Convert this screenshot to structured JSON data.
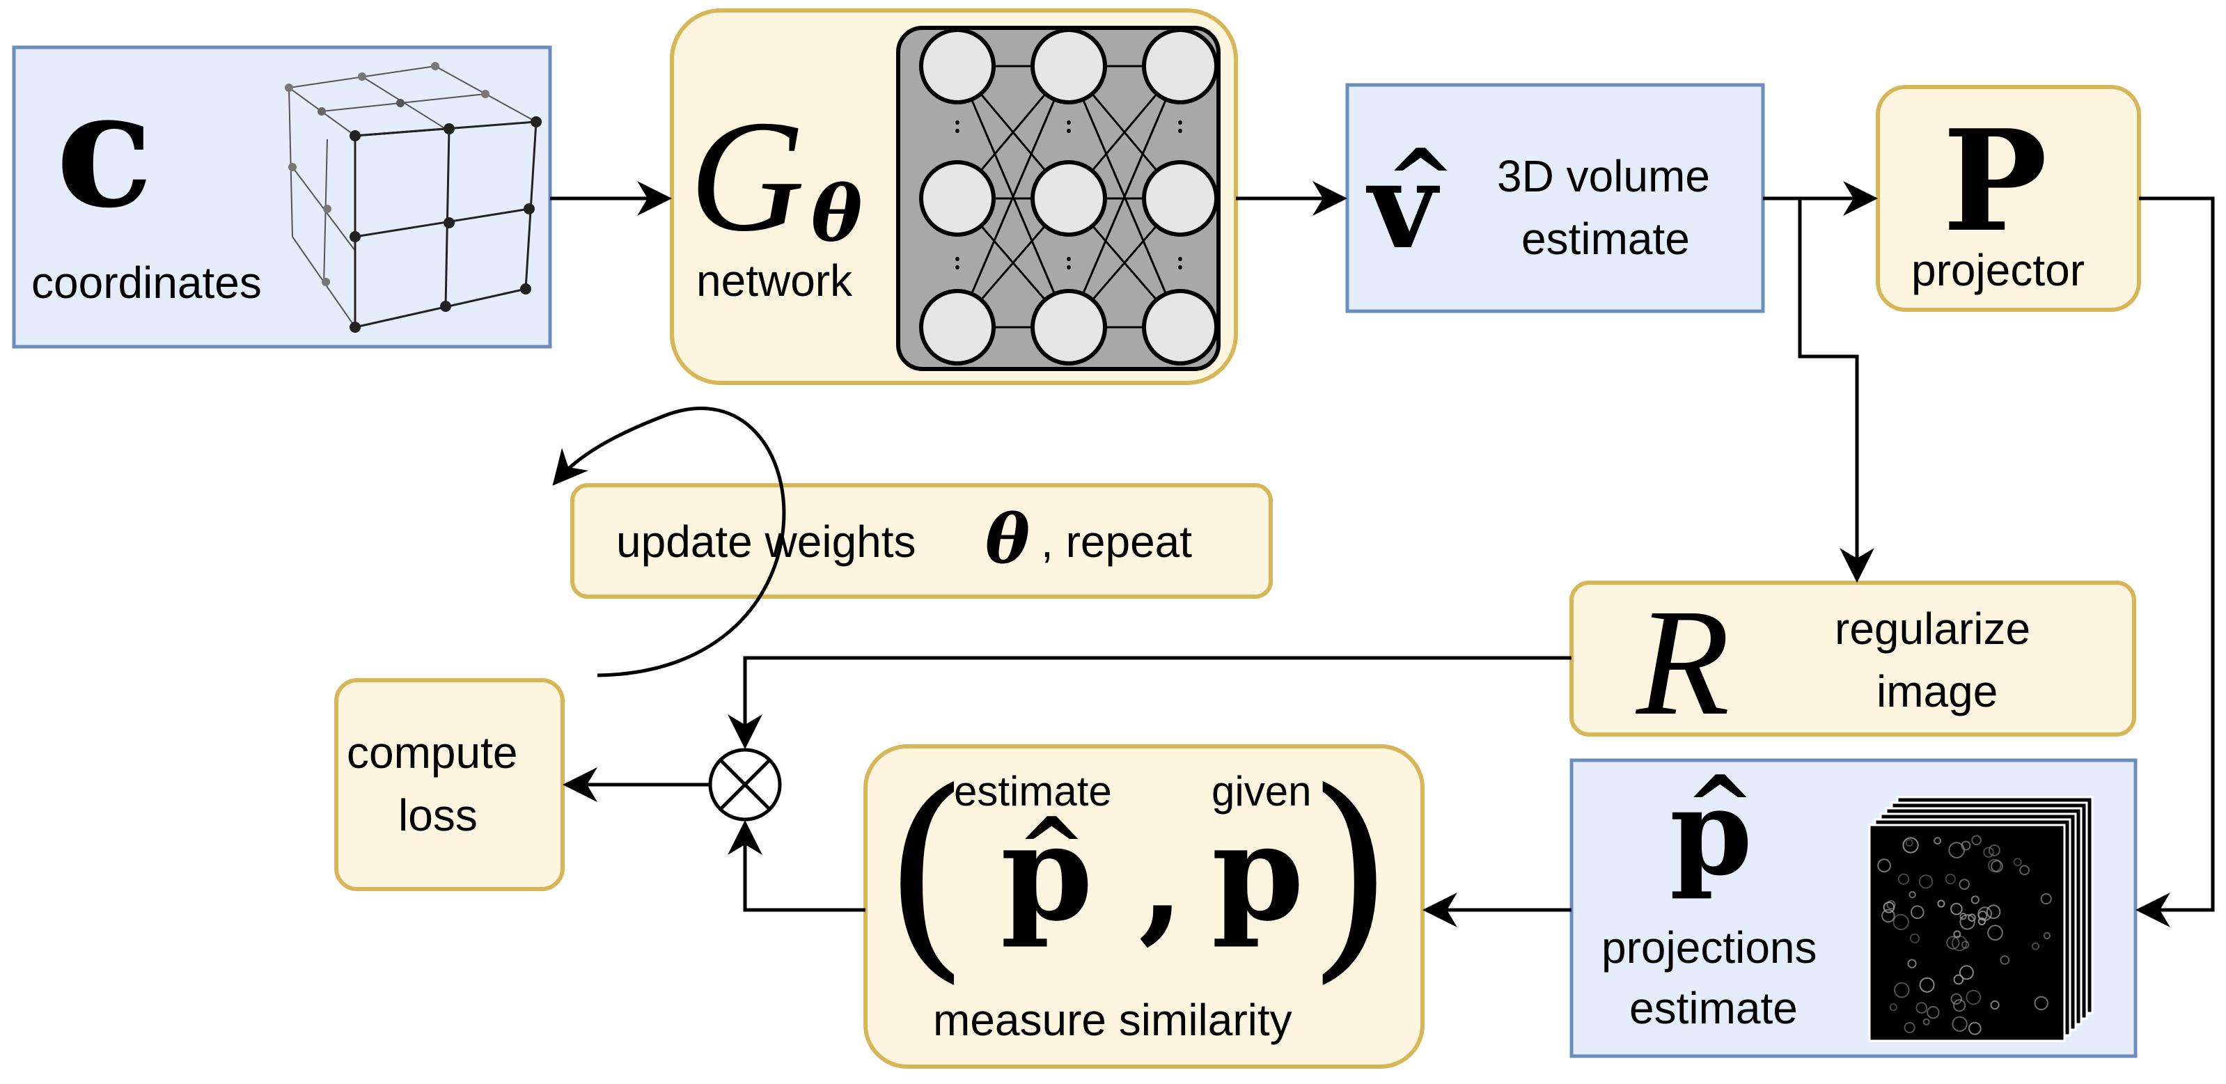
{
  "nodes": {
    "coordinates": {
      "symbol": "c",
      "label": "coordinates"
    },
    "network": {
      "symbol": "G",
      "subscript": "θ",
      "label": "network"
    },
    "volume": {
      "symbol": "v",
      "hat": "^",
      "label_line1": "3D volume",
      "label_line2": "estimate"
    },
    "projector": {
      "symbol": "P",
      "label": "projector"
    },
    "update": {
      "label_left": "update weights",
      "symbol": "θ",
      "label_right": ", repeat"
    },
    "regularize": {
      "symbol": "R",
      "label_line1": "regularize",
      "label_line2": "image"
    },
    "compute_loss": {
      "label_line1": "compute",
      "label_line2": "loss"
    },
    "similarity": {
      "open_paren": "(",
      "close_paren": ")",
      "comma": ",",
      "estimate_label": "estimate",
      "given_label": "given",
      "estimate_symbol": "p",
      "given_symbol": "p",
      "hat": "^",
      "label": "measure similarity"
    },
    "projections": {
      "symbol": "p",
      "hat": "^",
      "label_line1": "projections",
      "label_line2": "estimate"
    }
  },
  "combiner": {
    "symbol": "multiply-circle-icon"
  },
  "colors": {
    "blue_fill": "#e6edfa",
    "blue_stroke": "#6c8ebf",
    "yellow_fill": "#fdf5e0",
    "yellow_stroke": "#d6b656",
    "network_fill": "#a8a8a8",
    "neuron_fill": "#e6e6e6",
    "projection_bg": "#000000"
  }
}
